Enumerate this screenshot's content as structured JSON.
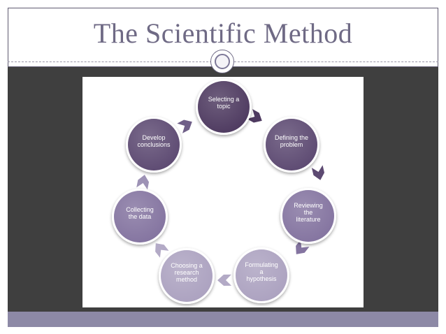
{
  "title": "The Scientific Method",
  "colors": {
    "title": "#6f6a85",
    "dark_band": "#3f3f3f",
    "footer_band": "#8d89a6"
  },
  "cycle": {
    "nodes": [
      {
        "lines": [
          "Selecting a",
          "topic"
        ],
        "fill": "#4e3a60"
      },
      {
        "lines": [
          "Defining the",
          "problem"
        ],
        "fill": "#5d4a72"
      },
      {
        "lines": [
          "Reviewing",
          "the",
          "literature"
        ],
        "fill": "#8474a0"
      },
      {
        "lines": [
          "Formulating",
          "a",
          "hypothesis"
        ],
        "fill": "#aca2c0"
      },
      {
        "lines": [
          "Choosing a",
          "research",
          "method"
        ],
        "fill": "#aca2c0"
      },
      {
        "lines": [
          "Collecting",
          "the data"
        ],
        "fill": "#8474a0"
      },
      {
        "lines": [
          "Develop",
          "conclusions"
        ],
        "fill": "#5d4a72"
      }
    ],
    "arrows": [
      {
        "fill": "#4e3a60"
      },
      {
        "fill": "#5d4a72"
      },
      {
        "fill": "#8474a0"
      },
      {
        "fill": "#b3aac6"
      },
      {
        "fill": "#b3aac6"
      },
      {
        "fill": "#9d92b5"
      },
      {
        "fill": "#6f5f88"
      }
    ]
  }
}
